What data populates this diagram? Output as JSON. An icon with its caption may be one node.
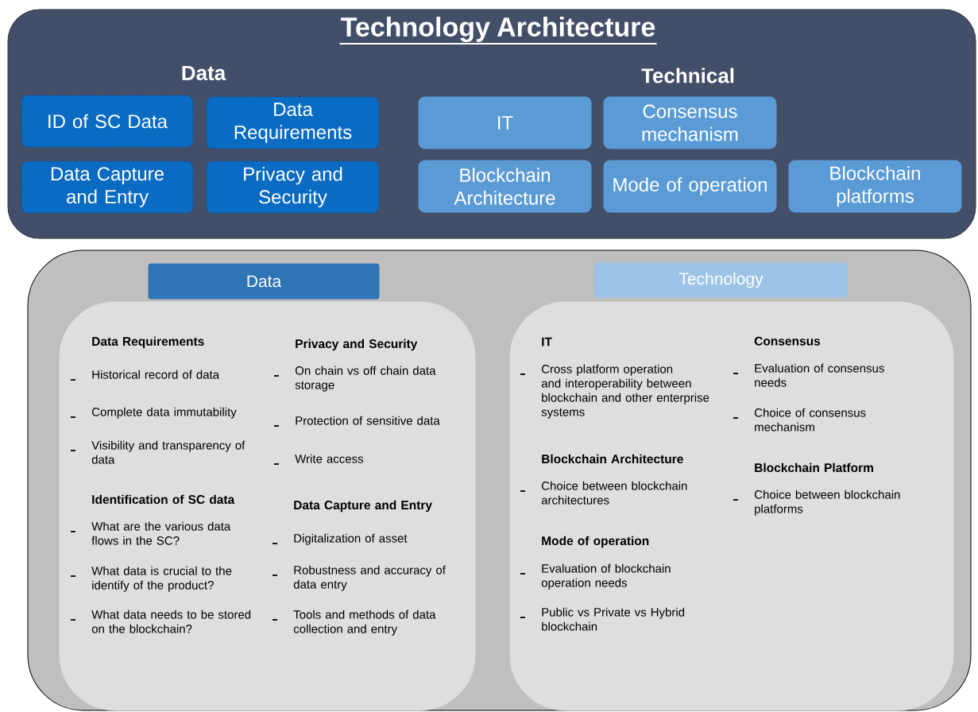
{
  "diagram": {
    "nodes": [
      {
        "text": [
          "Technology Architecture",
          "Data",
          "Technical"
        ]
      },
      {
        "text": [
          "ID of SC Data"
        ],
        "in": 0
      },
      {
        "text": [
          "Data Requirements"
        ],
        "in": 0
      },
      {
        "text": [
          "Data Capture and Entry"
        ],
        "in": 0
      },
      {
        "text": [
          "Privacy and Security"
        ],
        "in": 0
      },
      {
        "text": [
          "IT"
        ],
        "in": 0
      },
      {
        "text": [
          "Consensus mechanism"
        ],
        "in": 0
      },
      {
        "text": [
          "Blockchain Architecture"
        ],
        "in": 0
      },
      {
        "text": [
          "Mode of operation"
        ],
        "in": 0
      },
      {
        "text": [
          "Blockchain platforms"
        ],
        "in": 0
      },
      {
        "text": [],
        "shape": "box"
      },
      {
        "text": [
          "Data"
        ],
        "in": 10
      },
      {
        "text": [
          "Technology"
        ],
        "in": 10
      },
      {
        "text": [
          "Data Requirements",
          "Historical record of data",
          "Complete data immutability",
          "Visibility and transparency of data",
          "Identification of SC data",
          "What are the various data flows in the SC?",
          "What data is crucial to the identify of the product?",
          "What data needs to be stored on the blockchain?",
          "Privacy and Security",
          "On chain vs off chain data storage",
          "Protection of sensitive data",
          "Write access",
          "Data Capture and Entry",
          "Digitalization of asset",
          "Robustness and accuracy of data entry",
          "Tools and methods of data collection and entry"
        ],
        "in": 10
      },
      {
        "text": [
          "IT",
          "Cross platform operation and interoperability between blockchain and other enterprise systems",
          "Blockchain Architecture",
          "Choice between blockchain architectures",
          "Mode of operation",
          "Evaluation of blockchain operation needs",
          "Public vs Private vs Hybrid blockchain",
          "Consensus",
          "Evaluation of consensus needs",
          "Choice of consensus mechanism",
          "Blockchain Platform",
          "Choice between blockchain platforms"
        ],
        "in": 10
      }
    ]
  }
}
